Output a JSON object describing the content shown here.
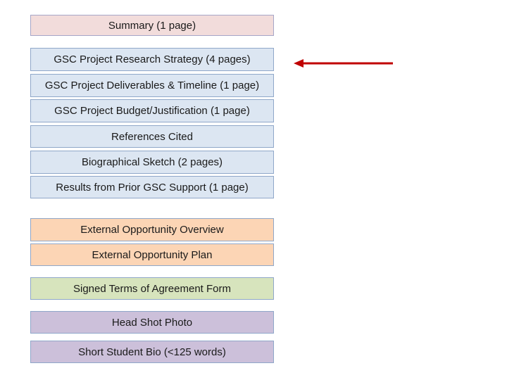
{
  "items": [
    {
      "label": "Summary (1 page)",
      "group": "summary"
    },
    {
      "label": "GSC Project Research Strategy (4 pages)",
      "group": "project",
      "highlighted": true
    },
    {
      "label": "GSC Project Deliverables & Timeline (1 page)",
      "group": "project"
    },
    {
      "label": "GSC Project Budget/Justification (1 page)",
      "group": "project"
    },
    {
      "label": "References Cited",
      "group": "project"
    },
    {
      "label": "Biographical Sketch (2 pages)",
      "group": "project"
    },
    {
      "label": "Results from Prior GSC Support (1 page)",
      "group": "project"
    },
    {
      "label": "External Opportunity Overview",
      "group": "external"
    },
    {
      "label": "External Opportunity Plan",
      "group": "external"
    },
    {
      "label": "Signed Terms of Agreement Form",
      "group": "agreement"
    },
    {
      "label": "Head Shot Photo",
      "group": "student"
    },
    {
      "label": "Short Student Bio (<125 words)",
      "group": "student"
    }
  ],
  "colors": {
    "summary": "#f2dcdb",
    "project": "#dce6f2",
    "external": "#fcd5b5",
    "agreement": "#d7e4bd",
    "student": "#ccc0da",
    "arrow": "#c00000"
  },
  "pointer": {
    "icon": "left-arrow-icon",
    "target_index": 1
  }
}
